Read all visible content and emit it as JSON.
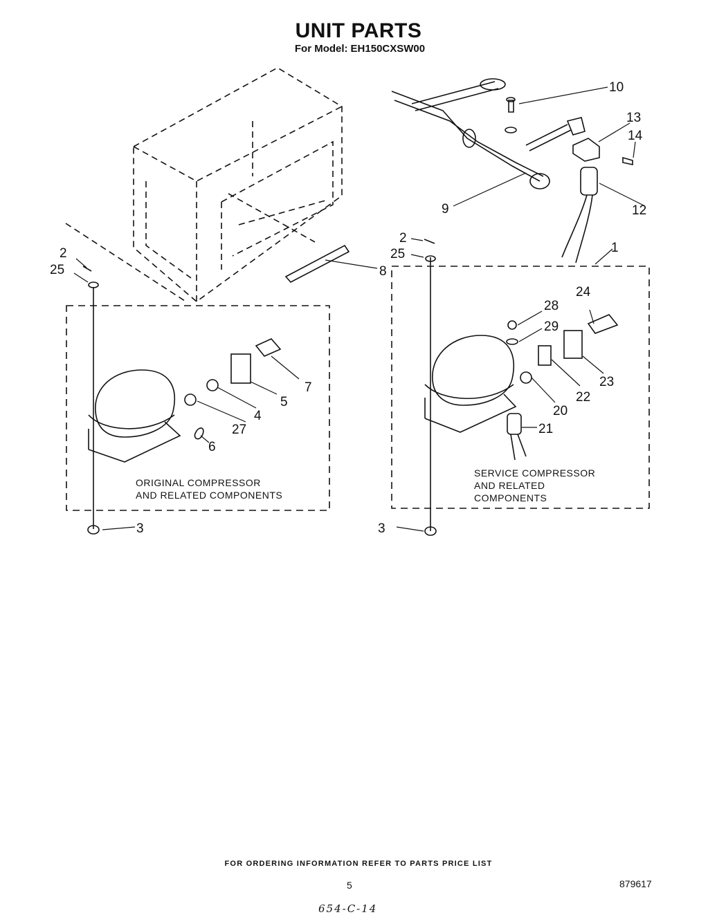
{
  "header": {
    "title": "UNIT PARTS",
    "model_prefix": "For Model:",
    "model": "EH150CXSW00"
  },
  "callouts": {
    "c1": "1",
    "c2a": "2",
    "c2b": "2",
    "c3a": "3",
    "c3b": "3",
    "c4": "4",
    "c5": "5",
    "c6": "6",
    "c7": "7",
    "c8": "8",
    "c9": "9",
    "c10": "10",
    "c12": "12",
    "c13": "13",
    "c14": "14",
    "c20": "20",
    "c21": "21",
    "c22": "22",
    "c23": "23",
    "c24": "24",
    "c25a": "25",
    "c25b": "25",
    "c27": "27",
    "c28": "28",
    "c29": "29"
  },
  "boxes": {
    "original": [
      "ORIGINAL COMPRESSOR",
      "AND RELATED COMPONENTS"
    ],
    "service": [
      "SERVICE COMPRESSOR",
      "AND RELATED",
      "COMPONENTS"
    ]
  },
  "footer": {
    "ordering_note": "FOR ORDERING INFORMATION REFER TO PARTS PRICE LIST",
    "page_number": "5",
    "doc_number": "879617",
    "handwritten": "654-C-14"
  }
}
